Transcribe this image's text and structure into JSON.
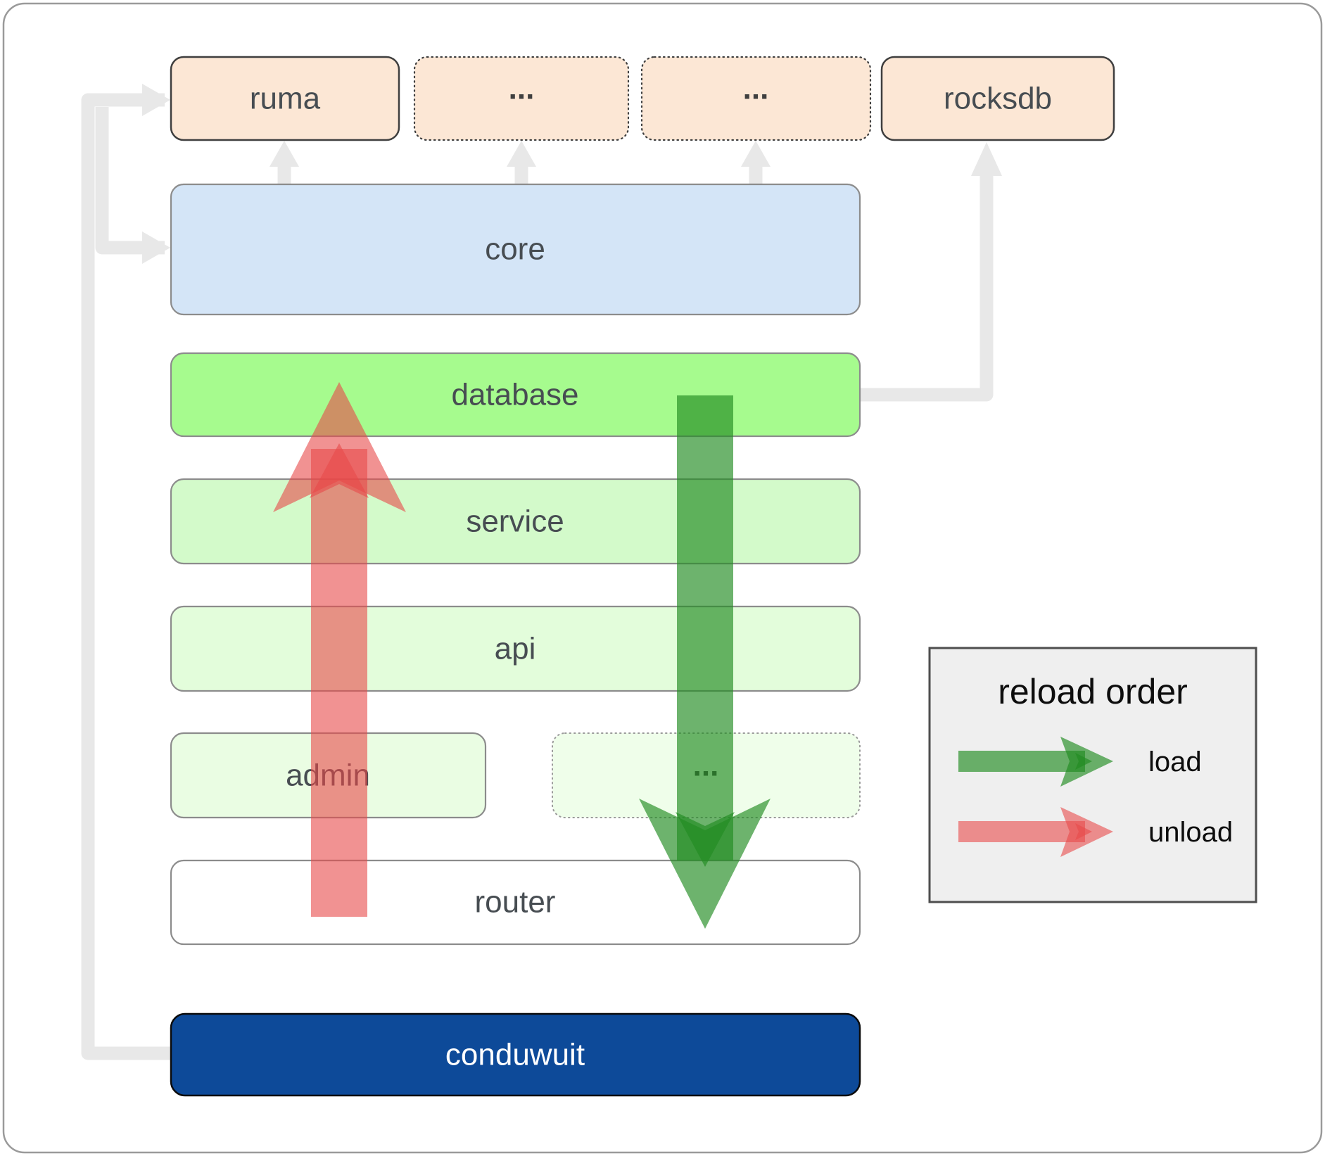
{
  "diagram": {
    "nodes": {
      "ruma": "ruma",
      "crate_more_1": "...",
      "crate_more_2": "...",
      "rocksdb": "rocksdb",
      "core": "core",
      "database": "database",
      "service": "service",
      "api": "api",
      "admin": "admin",
      "admin_more": "...",
      "router": "router",
      "conduwuit": "conduwuit"
    },
    "legend": {
      "title": "reload order",
      "load": "load",
      "unload": "unload"
    },
    "colors": {
      "crate_peach": "#FCE7D5",
      "core_blue": "#D4E5F7",
      "database_green": "#A6FB8E",
      "service_green": "#D3FACA",
      "api_green": "#E3FDDB",
      "admin_green": "#EAFDE3",
      "admin_more_green": "#EFFEEA",
      "router_white": "#FFFFFF",
      "conduwuit_blue": "#0D4A99",
      "load_arrow_green": "#228B22",
      "unload_arrow_red": "#E84A4A",
      "connector_gray": "#E8E8E8",
      "legend_bg": "#EFEFEF"
    }
  }
}
